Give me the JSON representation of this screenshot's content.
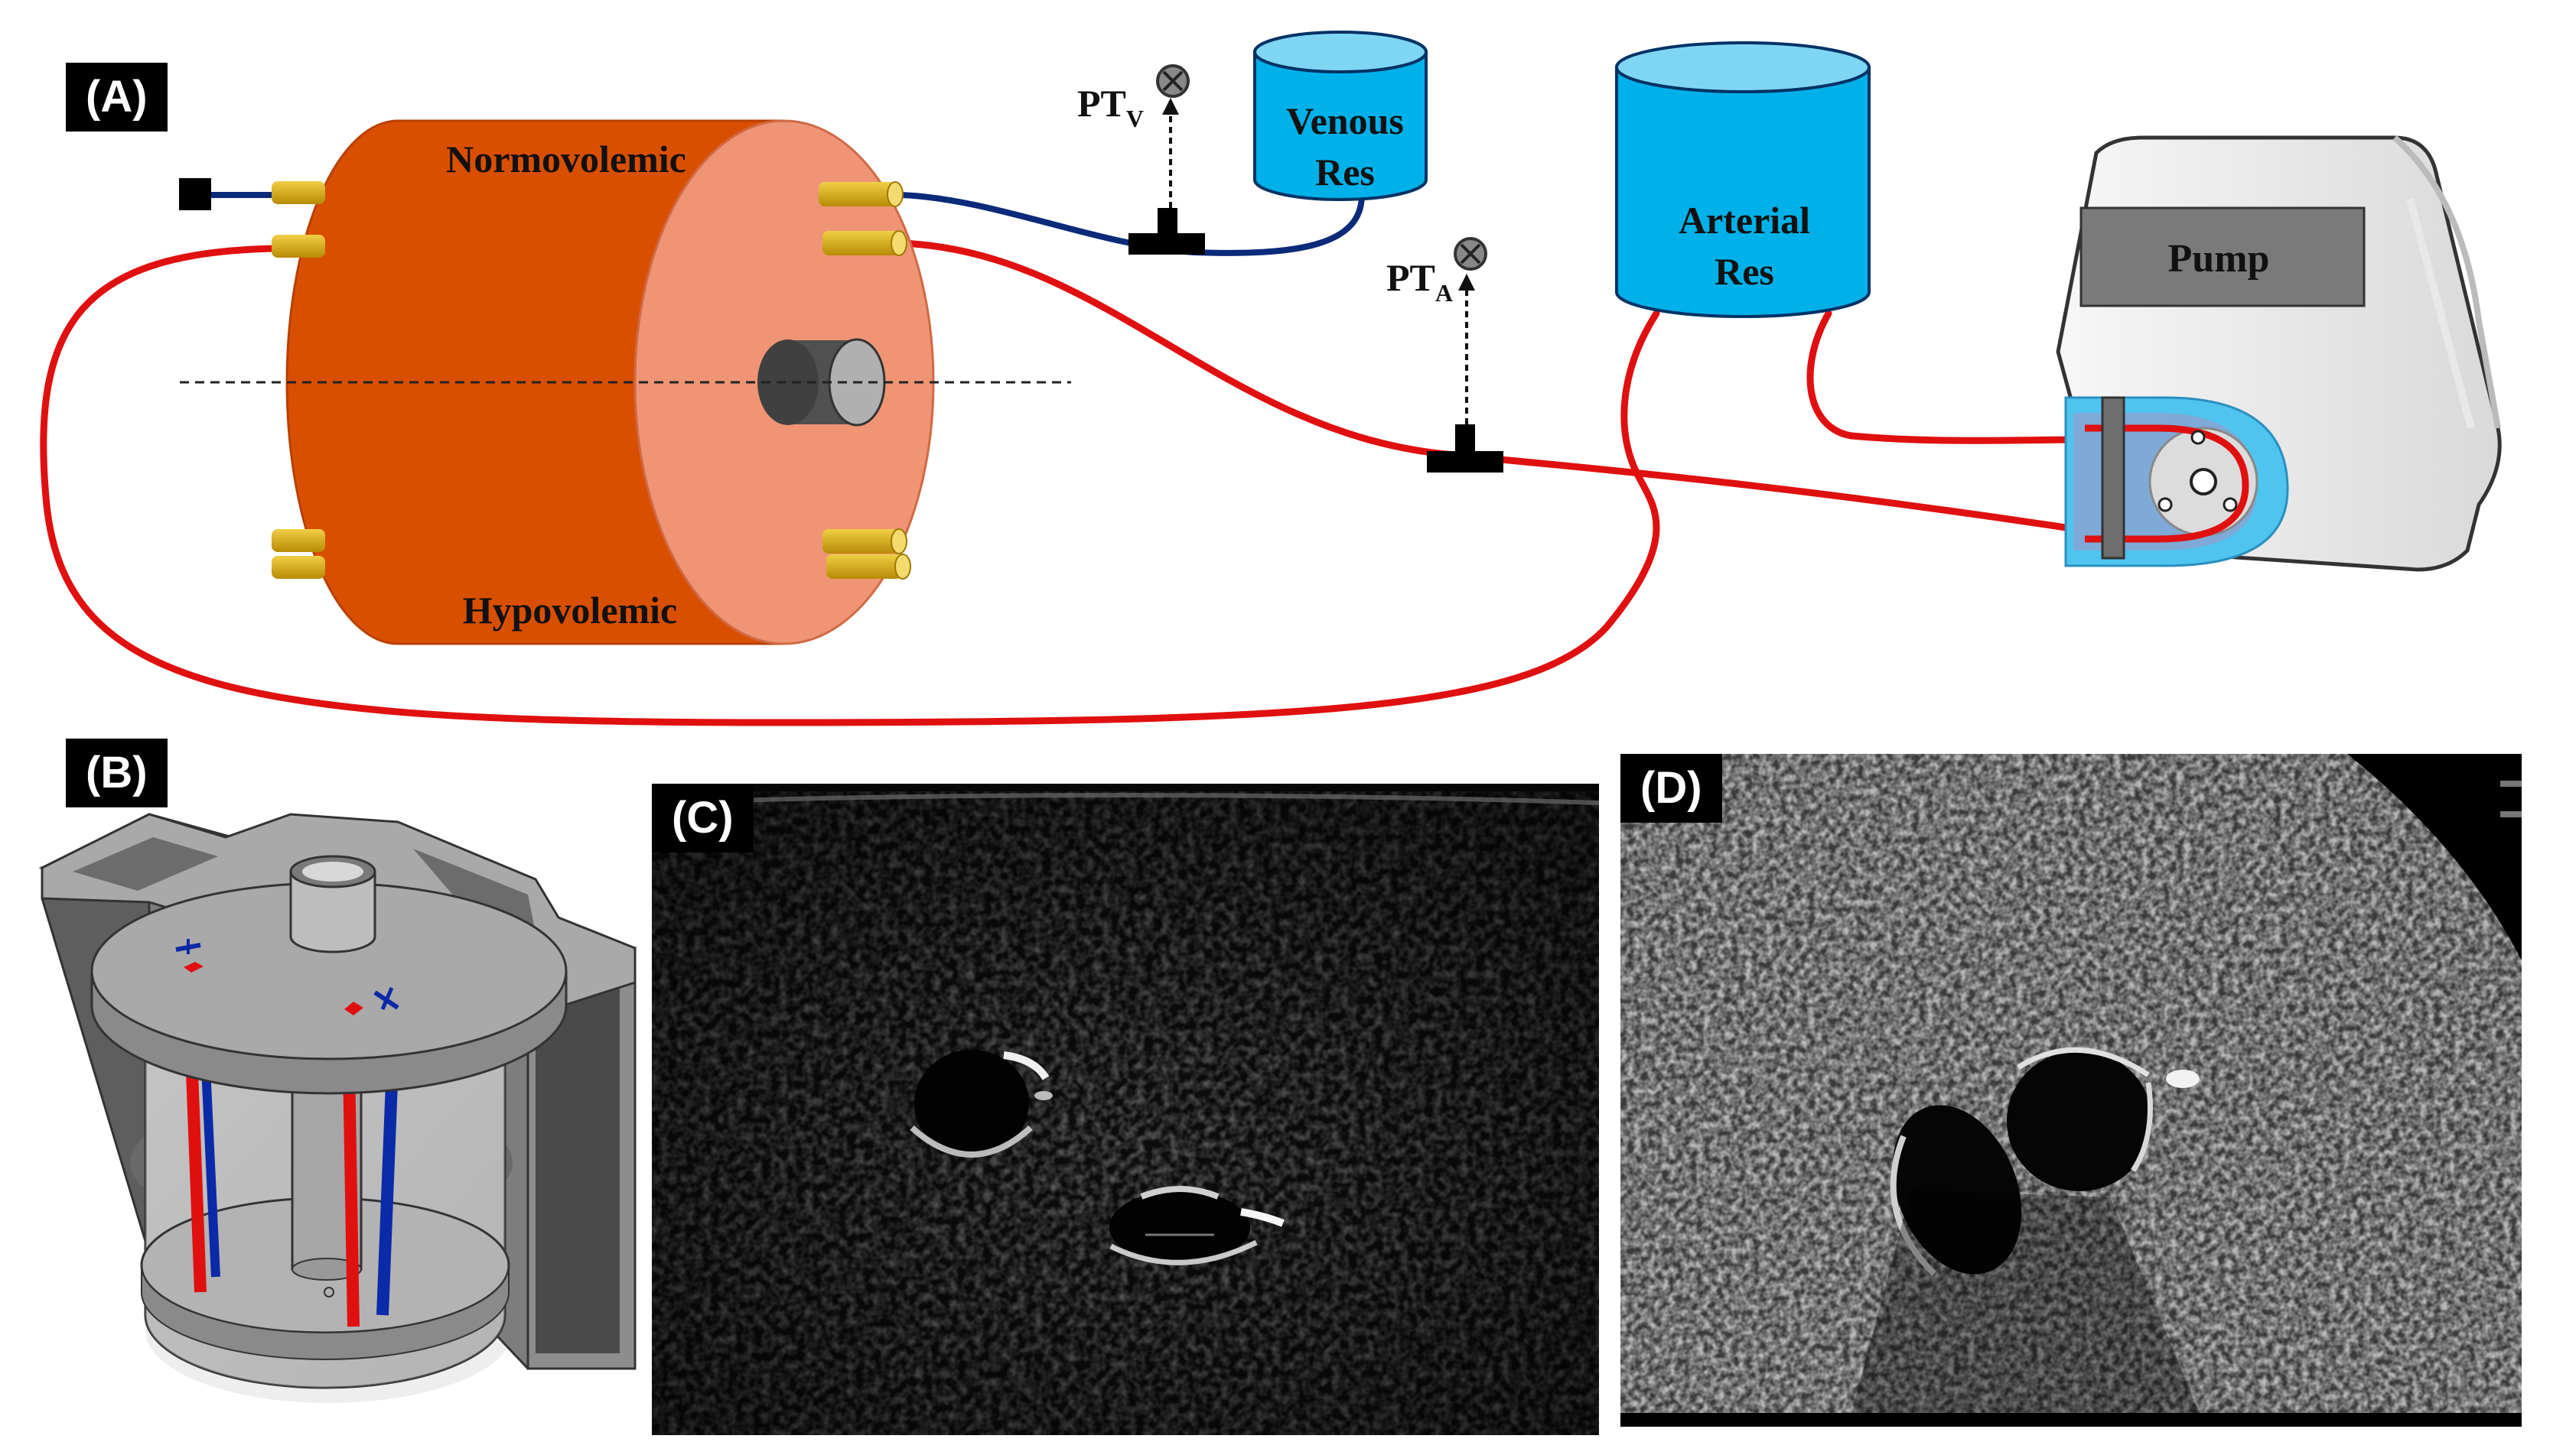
{
  "panels": {
    "a": {
      "label": "(A)"
    },
    "b": {
      "label": "(B)"
    },
    "c": {
      "label": "(C)"
    },
    "d": {
      "label": "(D)"
    }
  },
  "phantom": {
    "top_label": "Normovolemic",
    "bottom_label": "Hypovolemic"
  },
  "venous_reservoir": {
    "line1": "Venous",
    "line2": "Res"
  },
  "arterial_reservoir": {
    "line1": "Arterial",
    "line2": "Res"
  },
  "pump": {
    "label": "Pump"
  },
  "pressure_transducers": {
    "venous": {
      "main": "PT",
      "sub": "V"
    },
    "arterial": {
      "main": "PT",
      "sub": "A"
    }
  },
  "colors": {
    "phantom_body": "#d94f00",
    "phantom_face": "#ef9575",
    "reservoir": "#00b0e8",
    "arterial_tubing": "#e01010",
    "venous_tubing": "#0b2a7a",
    "connector_gold": "#d4a80b",
    "pump_head_blue": "#4fc4ef"
  }
}
